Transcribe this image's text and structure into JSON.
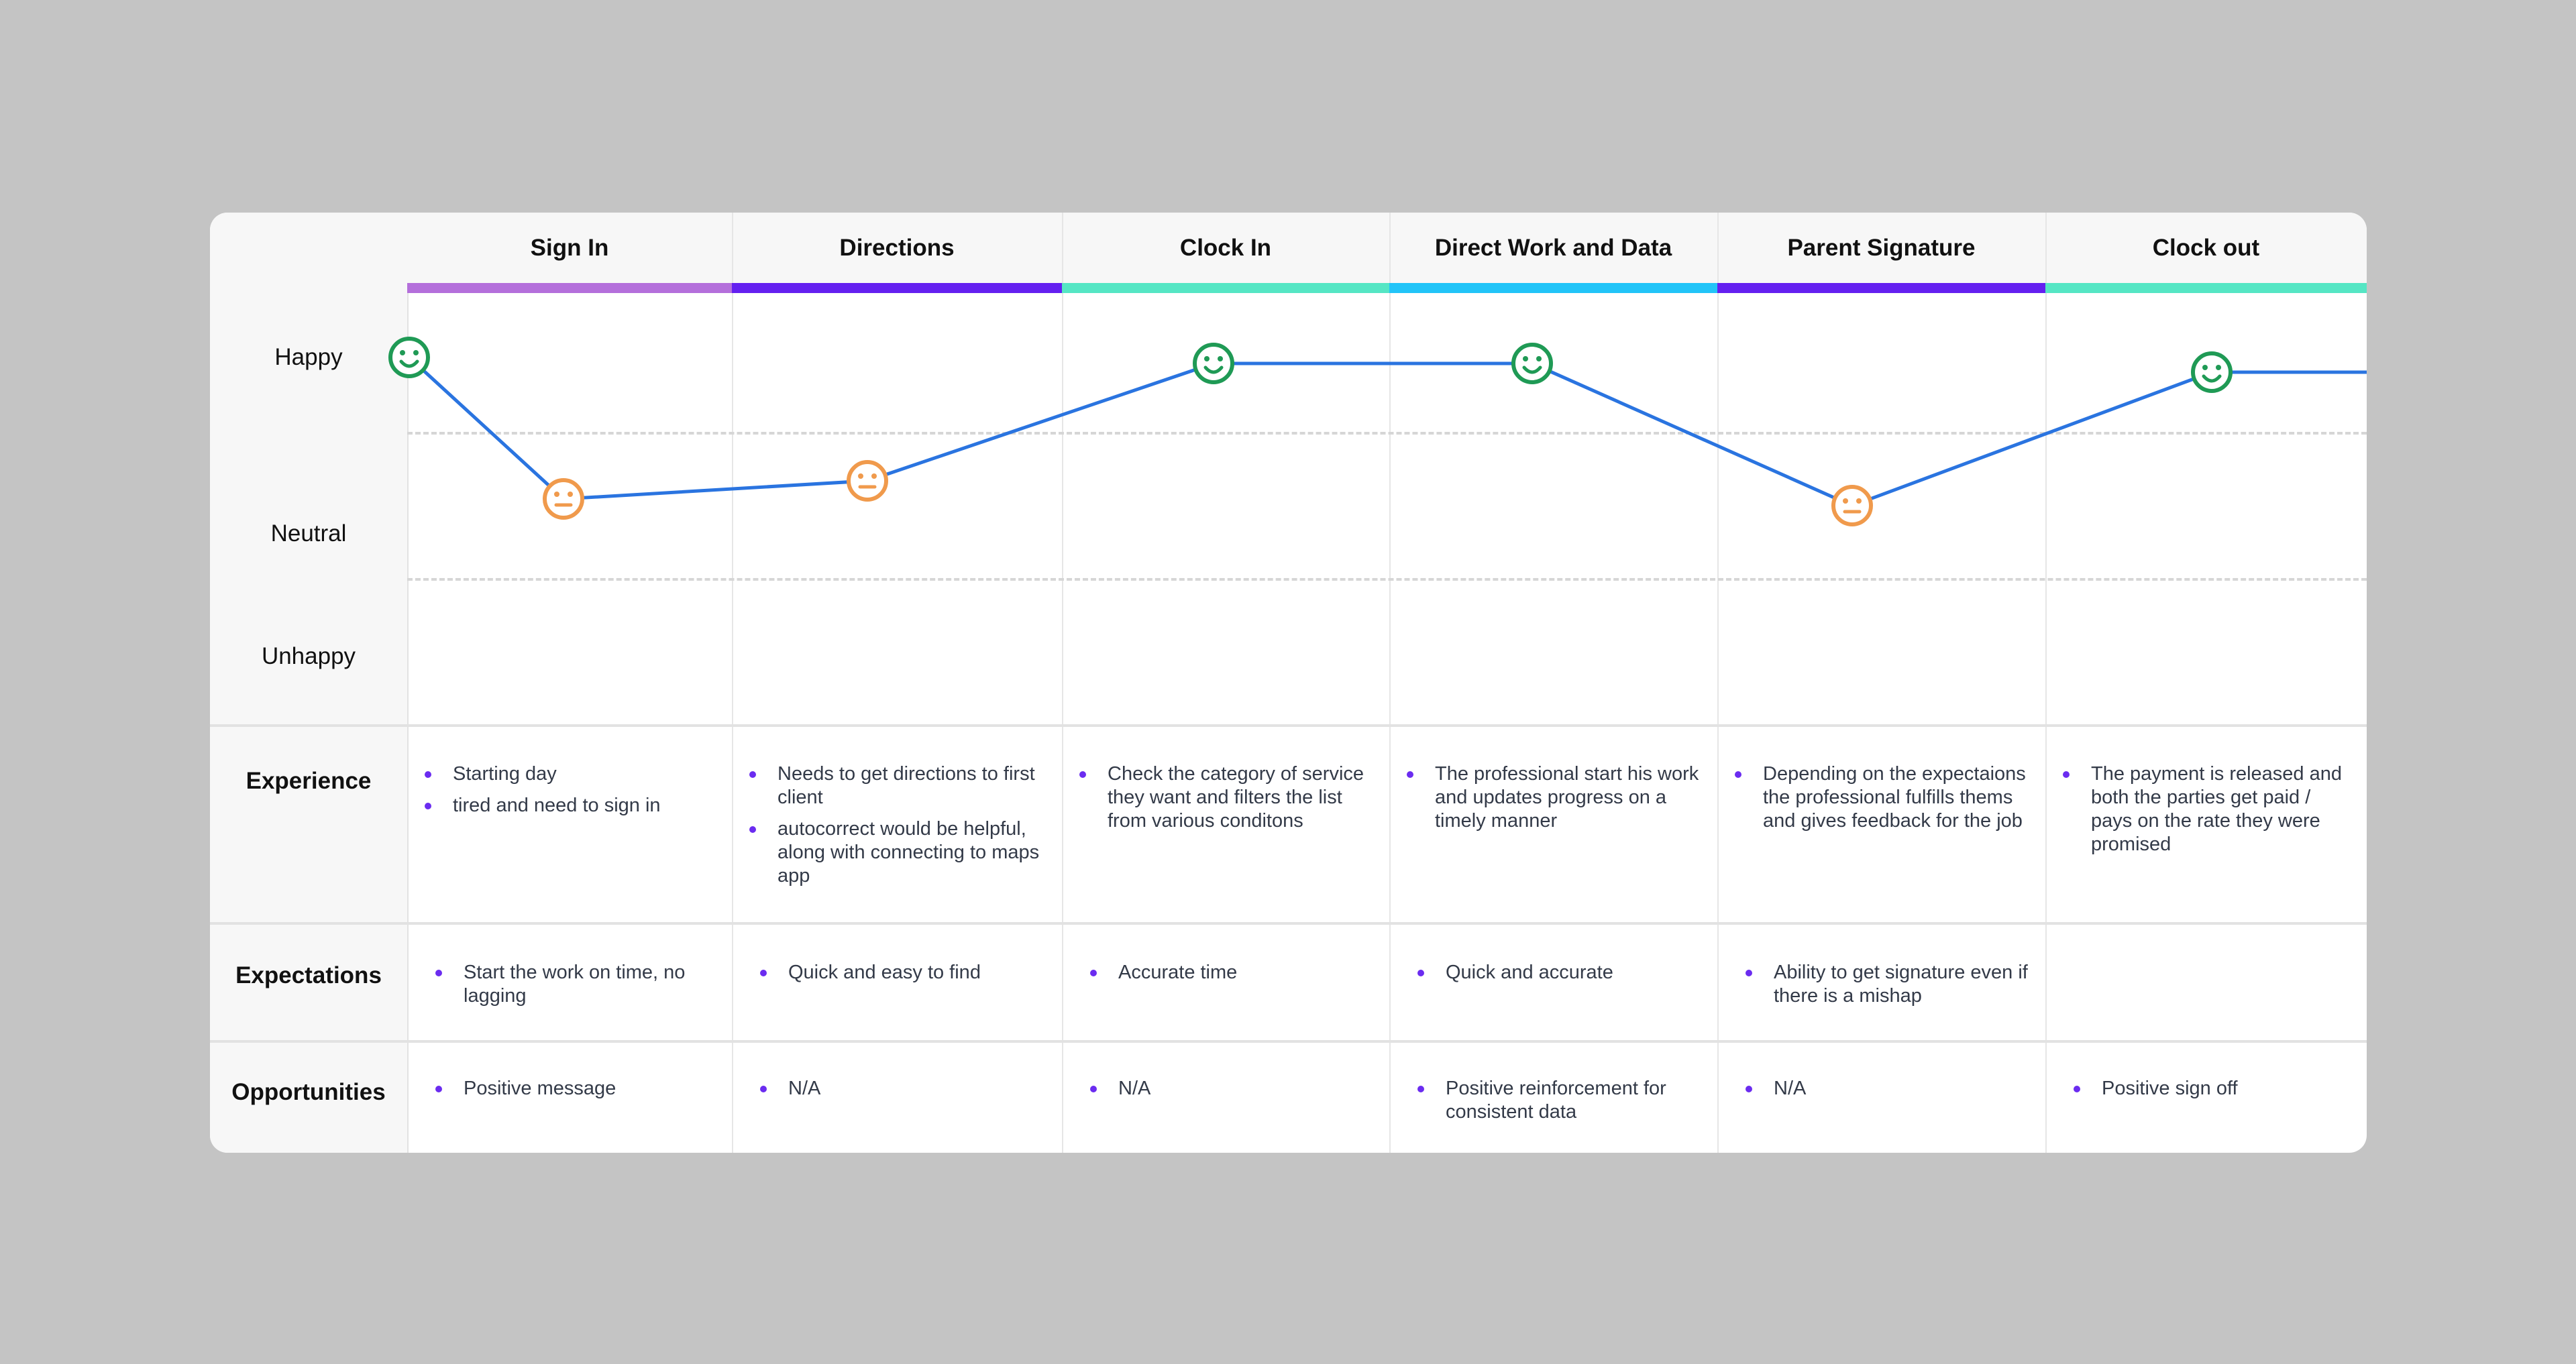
{
  "rows": {
    "happy": "Happy",
    "neutral": "Neutral",
    "unhappy": "Unhappy",
    "experience": "Experience",
    "expectations": "Expectations",
    "opportunities": "Opportunities"
  },
  "stages": [
    {
      "title": "Sign In",
      "color": "#b46fdb",
      "emotion": "neutral",
      "experience": [
        "Starting day",
        "tired and need to sign in"
      ],
      "expectations": [
        "Start the work on time, no lagging"
      ],
      "opportunities": [
        "Positive message"
      ]
    },
    {
      "title": "Directions",
      "color": "#6420f0",
      "emotion": "neutral",
      "experience": [
        "Needs to get directions to first client",
        "autocorrect would be helpful, along with connecting to maps app"
      ],
      "expectations": [
        "Quick and easy to find"
      ],
      "opportunities": [
        "N/A"
      ]
    },
    {
      "title": "Clock In",
      "color": "#55e6c4",
      "emotion": "happy",
      "experience": [
        "Check the category of service they want and filters the list from various conditons"
      ],
      "expectations": [
        "Accurate time"
      ],
      "opportunities": [
        "N/A"
      ]
    },
    {
      "title": "Direct Work and Data",
      "color": "#22c4f8",
      "emotion": "happy",
      "experience": [
        "The professional start his work and updates progress on a timely manner"
      ],
      "expectations": [
        "Quick and accurate"
      ],
      "opportunities": [
        "Positive reinforcement for consistent data"
      ]
    },
    {
      "title": "Parent Signature",
      "color": "#6420f0",
      "emotion": "neutral",
      "experience": [
        "Depending on the expectaions the professional fulfills thems and gives feedback for the job"
      ],
      "expectations": [
        "Ability to get signature even if there is a mishap"
      ],
      "opportunities": [
        "N/A"
      ]
    },
    {
      "title": "Clock out",
      "color": "#55e6c4",
      "emotion": "happy",
      "experience": [
        "The payment is released and both the parties get paid / pays on the rate they were promised"
      ],
      "expectations": [],
      "opportunities": [
        "Positive sign off"
      ]
    }
  ],
  "journey_line": {
    "line_color": "#2a74e0",
    "happy_color": "#1f9a55",
    "neutral_color": "#f09a4c",
    "points": [
      {
        "emotion": "happy",
        "stage": "Sign In",
        "face": "happy-face-icon"
      },
      {
        "emotion": "neutral",
        "stage": "Sign In",
        "face": "neutral-face-icon"
      },
      {
        "emotion": "neutral",
        "stage": "Directions",
        "face": "neutral-face-icon"
      },
      {
        "emotion": "happy",
        "stage": "Clock In",
        "face": "happy-face-icon"
      },
      {
        "emotion": "happy",
        "stage": "Direct Work and Data",
        "face": "happy-face-icon"
      },
      {
        "emotion": "neutral",
        "stage": "Parent Signature",
        "face": "neutral-face-icon"
      },
      {
        "emotion": "happy",
        "stage": "Clock out",
        "face": "happy-face-icon"
      }
    ]
  }
}
